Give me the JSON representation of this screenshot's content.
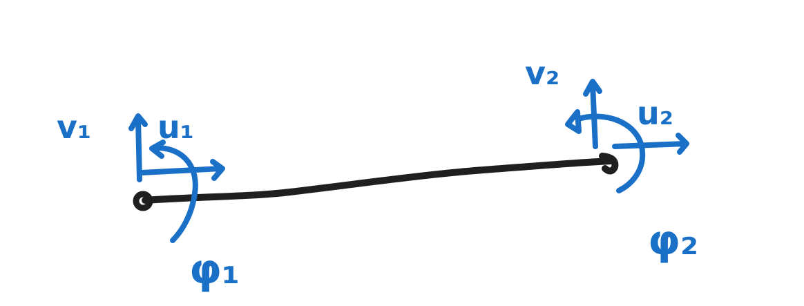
{
  "colors": {
    "annotation": "#1a6fc7",
    "element": "#1f1f1f",
    "background": "#ffffff"
  },
  "labels": {
    "v1": "v₁",
    "u1": "u₁",
    "phi1": "φ₁",
    "v2": "v₂",
    "u2": "u₂",
    "phi2": "φ₂"
  }
}
